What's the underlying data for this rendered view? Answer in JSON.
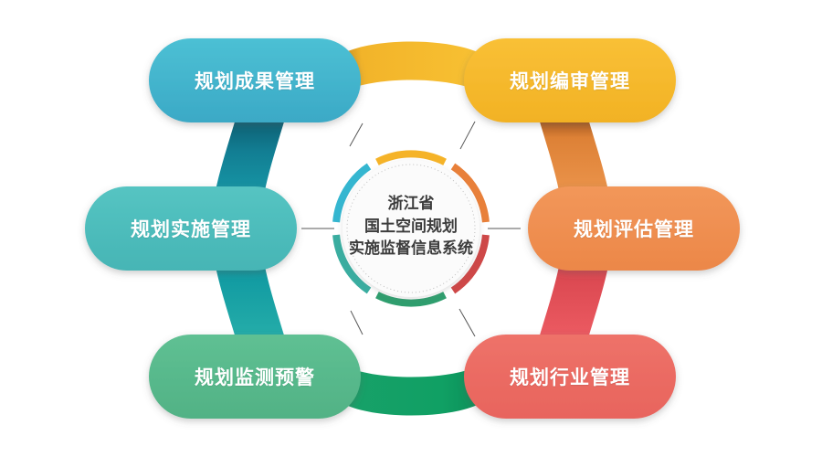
{
  "diagram": {
    "type": "cycle-ribbon-hexagon",
    "background_color": "#ffffff",
    "center": {
      "title_lines": [
        "浙江省",
        "国土空间规划",
        "实施监督信息系统"
      ],
      "circle_fill": "#fbfbfb",
      "dotted_ring_color": "#b0b0b0",
      "ring_segment_colors": [
        "#f5b328",
        "#e8803a",
        "#ce4848",
        "#2f9e6e",
        "#3aada0",
        "#35b6d0"
      ]
    },
    "nodes": [
      {
        "id": "planning-results",
        "label": "规划成果管理",
        "position": "top-left",
        "color": "#43b6cf",
        "fold_color": "#14687c",
        "text_color": "#ffffff"
      },
      {
        "id": "planning-review",
        "label": "规划编审管理",
        "position": "top-right",
        "color": "#f5b92a",
        "fold_color": "#b56a1e",
        "text_color": "#ffffff"
      },
      {
        "id": "planning-evaluation",
        "label": "规划评估管理",
        "position": "right",
        "color": "#ef8f4e",
        "fold_color": "#b95a26",
        "text_color": "#ffffff"
      },
      {
        "id": "planning-industry",
        "label": "规划行业管理",
        "position": "bottom-right",
        "color": "#ea6a62",
        "fold_color": "#a8282f",
        "text_color": "#ffffff"
      },
      {
        "id": "planning-monitoring",
        "label": "规划监测预警",
        "position": "bottom-left",
        "color": "#58b98b",
        "fold_color": "#0e8a55",
        "text_color": "#ffffff"
      },
      {
        "id": "planning-implementation",
        "label": "规划实施管理",
        "position": "left",
        "color": "#4dbcbb",
        "fold_color": "#0c8c92",
        "text_color": "#ffffff"
      }
    ],
    "connectors": [
      {
        "from": "planning-results",
        "to": "planning-review",
        "color": "#f5b92a"
      },
      {
        "from": "planning-review",
        "to": "planning-evaluation",
        "color": "#ef8f4e"
      },
      {
        "from": "planning-evaluation",
        "to": "planning-industry",
        "color": "#e9555c"
      },
      {
        "from": "planning-industry",
        "to": "planning-monitoring",
        "color": "#12a063"
      },
      {
        "from": "planning-monitoring",
        "to": "planning-implementation",
        "color": "#1aa5ae"
      },
      {
        "from": "planning-implementation",
        "to": "planning-results",
        "color": "#10798f"
      }
    ]
  }
}
